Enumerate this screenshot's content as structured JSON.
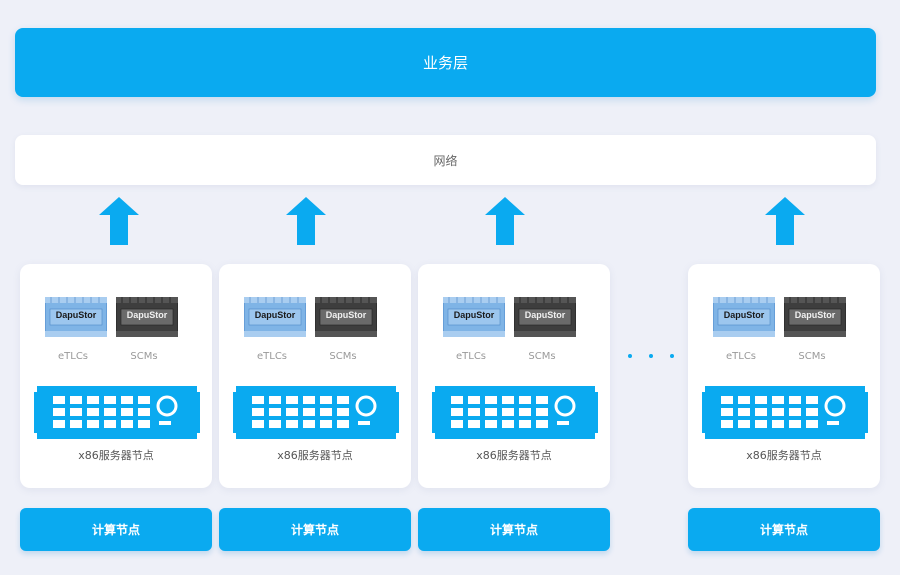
{
  "business_layer": {
    "label": "业务层"
  },
  "network": {
    "label": "网络"
  },
  "nodes": [
    {
      "etlc_brand": "DapuStor",
      "scm_brand": "DapuStor",
      "etlc_label": "eTLCs",
      "scm_label": "SCMs",
      "server_label": "x86服务器节点",
      "button_label": "计算节点"
    },
    {
      "etlc_brand": "DapuStor",
      "scm_brand": "DapuStor",
      "etlc_label": "eTLCs",
      "scm_label": "SCMs",
      "server_label": "x86服务器节点",
      "button_label": "计算节点"
    },
    {
      "etlc_brand": "DapuStor",
      "scm_brand": "DapuStor",
      "etlc_label": "eTLCs",
      "scm_label": "SCMs",
      "server_label": "x86服务器节点",
      "button_label": "计算节点"
    },
    {
      "etlc_brand": "DapuStor",
      "scm_brand": "DapuStor",
      "etlc_label": "eTLCs",
      "scm_label": "SCMs",
      "server_label": "x86服务器节点",
      "button_label": "计算节点"
    }
  ],
  "colors": {
    "accent": "#0aaaf0",
    "etlc_drive": "#7fb4e6",
    "scm_drive": "#4a4a4a",
    "background": "#eef0f8"
  },
  "icons": {
    "arrow": "up-arrow-icon",
    "server": "server-rack-icon",
    "etlc": "etlc-drive-icon",
    "scm": "scm-drive-icon"
  }
}
